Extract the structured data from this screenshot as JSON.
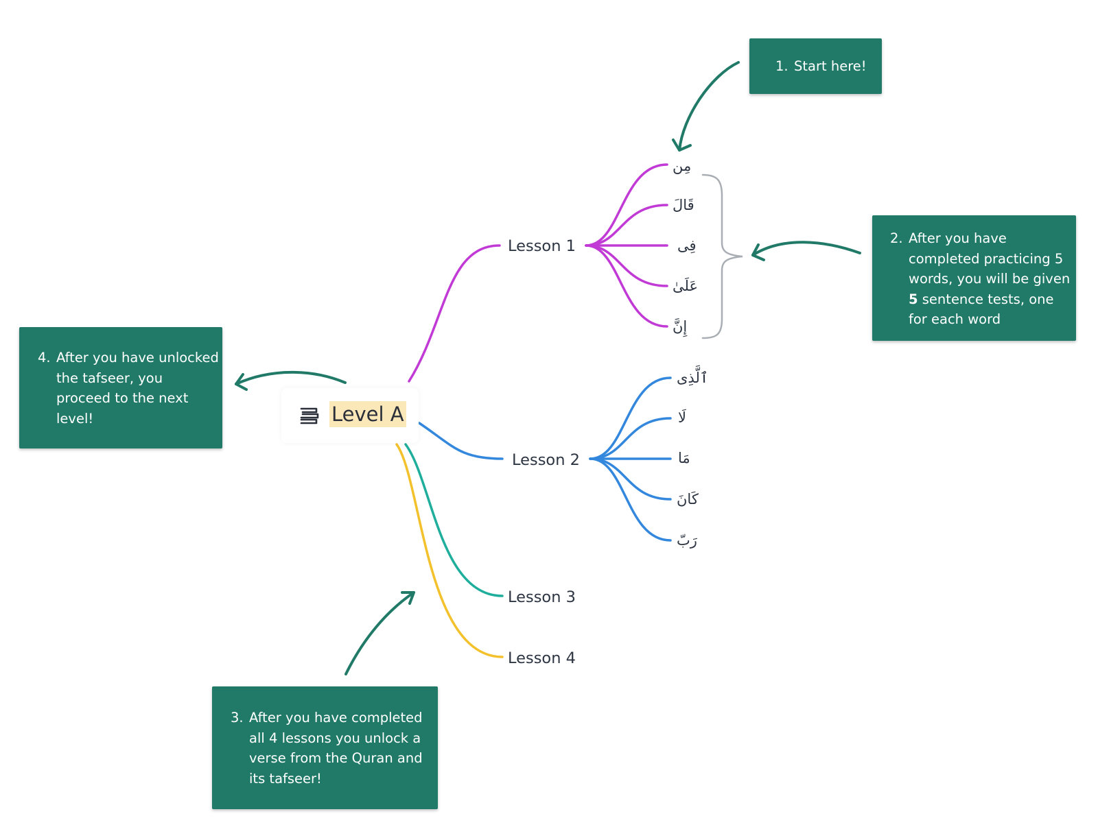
{
  "root": {
    "label": "Level A",
    "icon": "topic-stack-icon"
  },
  "lessons": [
    {
      "label": "Lesson 1",
      "color": "#c13ad6",
      "words": [
        "مِن",
        "قَالَ",
        "فِى",
        "عَلَىٰ",
        "إِنَّ"
      ]
    },
    {
      "label": "Lesson 2",
      "color": "#3387dc",
      "words": [
        "ٱلَّذِى",
        "لَا",
        "مَا",
        "كَانَ",
        "رَبّ"
      ]
    },
    {
      "label": "Lesson 3",
      "color": "#1fae9b",
      "words": []
    },
    {
      "label": "Lesson 4",
      "color": "#f3c12c",
      "words": []
    }
  ],
  "notes": [
    {
      "number": "1.",
      "text": "Start here!"
    },
    {
      "number": "2.",
      "text_before": "After you have completed practicing 5 words, you will be given ",
      "text_bold": "5",
      "text_after": " sentence tests, one for each word"
    },
    {
      "number": "3.",
      "text": "After you have completed all 4 lessons you unlock a verse from the Quran and its tafseer!"
    },
    {
      "number": "4.",
      "text": "After you have unlocked the tafseer, you proceed to the next level!"
    }
  ],
  "colors": {
    "note_background": "#217a68",
    "arrow": "#217a68",
    "bracket": "#a9aeb4",
    "root_highlight": "#fbe8b8"
  }
}
